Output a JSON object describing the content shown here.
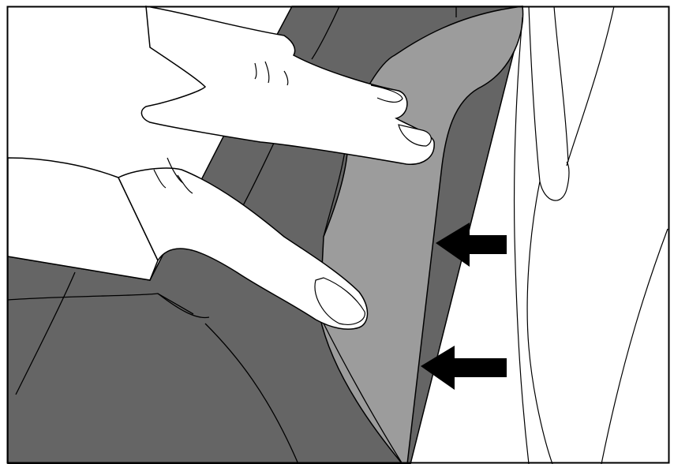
{
  "illustration": {
    "subject": "hand-fingers-pressing-seat-padding-edge",
    "arrow_count": 2,
    "arrow_direction": "left",
    "colors": {
      "background": "#ffffff",
      "seat_dark": "#656565",
      "seat_edge_light": "#9c9c9c",
      "skin": "#ffffff",
      "outline": "#000000",
      "arrow": "#000000"
    }
  }
}
